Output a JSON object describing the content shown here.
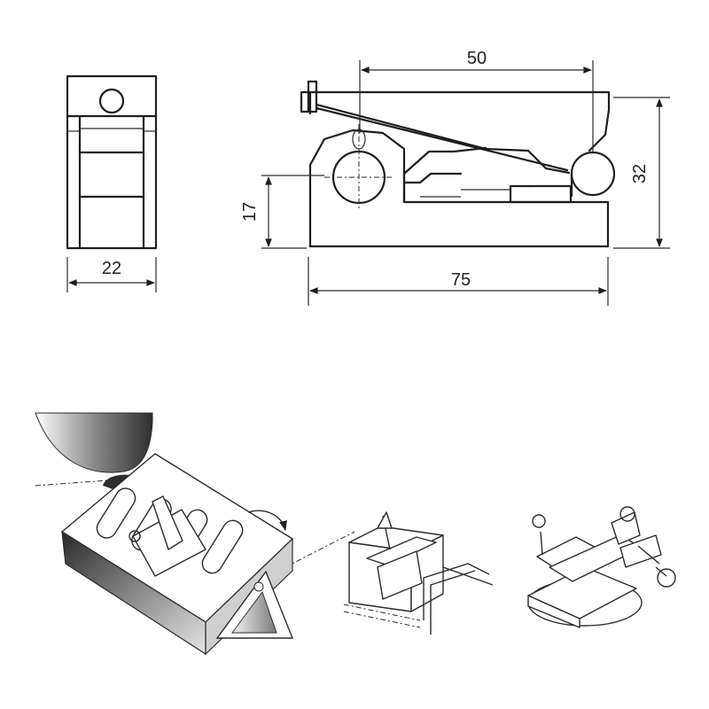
{
  "dimensions": {
    "width_small": "22",
    "top_length": "50",
    "height_total": "32",
    "axis_height": "17",
    "base_length": "75"
  },
  "colors": {
    "line": "#1e1e1e",
    "shade_dark": "#3a3a3a",
    "shade_light": "#d8d8d8",
    "background": "#ffffff"
  }
}
